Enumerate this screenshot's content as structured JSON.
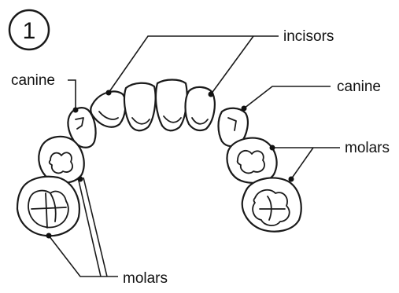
{
  "step_number": "1",
  "labels": {
    "incisors": "incisors",
    "canine_left": "canine",
    "canine_right": "canine",
    "molars_right": "molars",
    "molars_bottom": "molars"
  }
}
